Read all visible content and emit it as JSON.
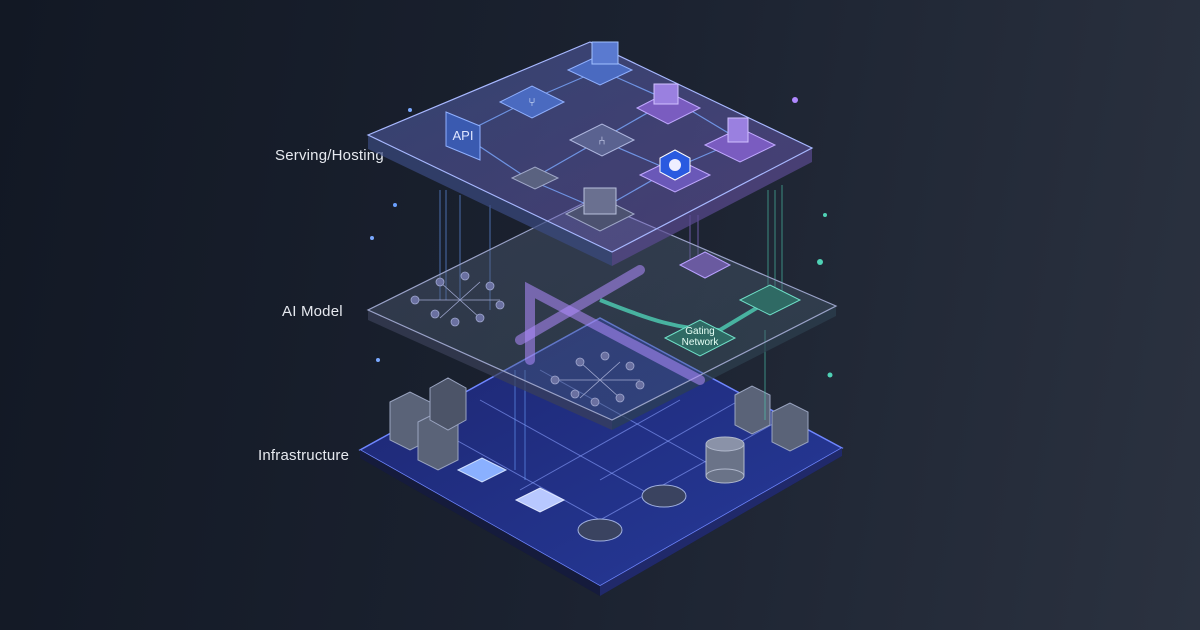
{
  "layers": {
    "serving": {
      "label": "Serving/Hosting",
      "api_label": "API"
    },
    "model": {
      "label": "AI Model",
      "gating_label_line1": "Gating",
      "gating_label_line2": "Network"
    },
    "infrastructure": {
      "label": "Infrastructure"
    }
  },
  "colors": {
    "background": "#161c28",
    "accent_blue": "#5b8cff",
    "accent_purple": "#a07cf0",
    "accent_teal": "#4fd1b5",
    "infra_blue": "#2a3c9a"
  },
  "icons": [
    "monitor-icon",
    "router-icon",
    "api-window-icon",
    "hierarchy-icon",
    "cube-stack-icon",
    "documents-icon",
    "kubernetes-icon",
    "switch-icon",
    "server-cluster-icon",
    "neural-network-icon",
    "server-rack-icon",
    "database-icon",
    "network-router-icon",
    "chip-icon"
  ]
}
